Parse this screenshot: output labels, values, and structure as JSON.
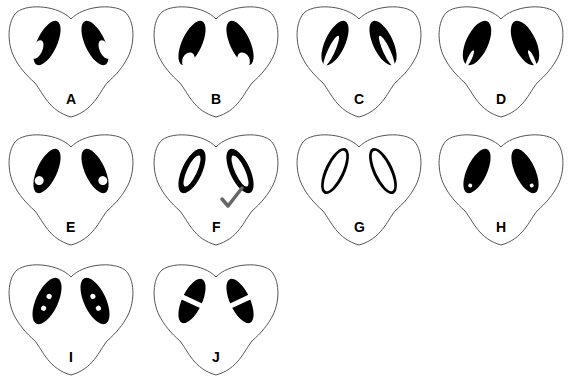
{
  "diagram": {
    "nodes": [
      {
        "text": [
          "A"
        ]
      },
      {
        "text": [
          "B"
        ]
      },
      {
        "text": [
          "C"
        ]
      },
      {
        "text": [
          "D"
        ]
      },
      {
        "text": [
          "E"
        ]
      },
      {
        "text": [
          "F"
        ]
      },
      {
        "text": [
          "G"
        ]
      },
      {
        "text": [
          "H"
        ]
      },
      {
        "text": [
          "I"
        ]
      },
      {
        "text": [
          "J"
        ]
      }
    ]
  }
}
